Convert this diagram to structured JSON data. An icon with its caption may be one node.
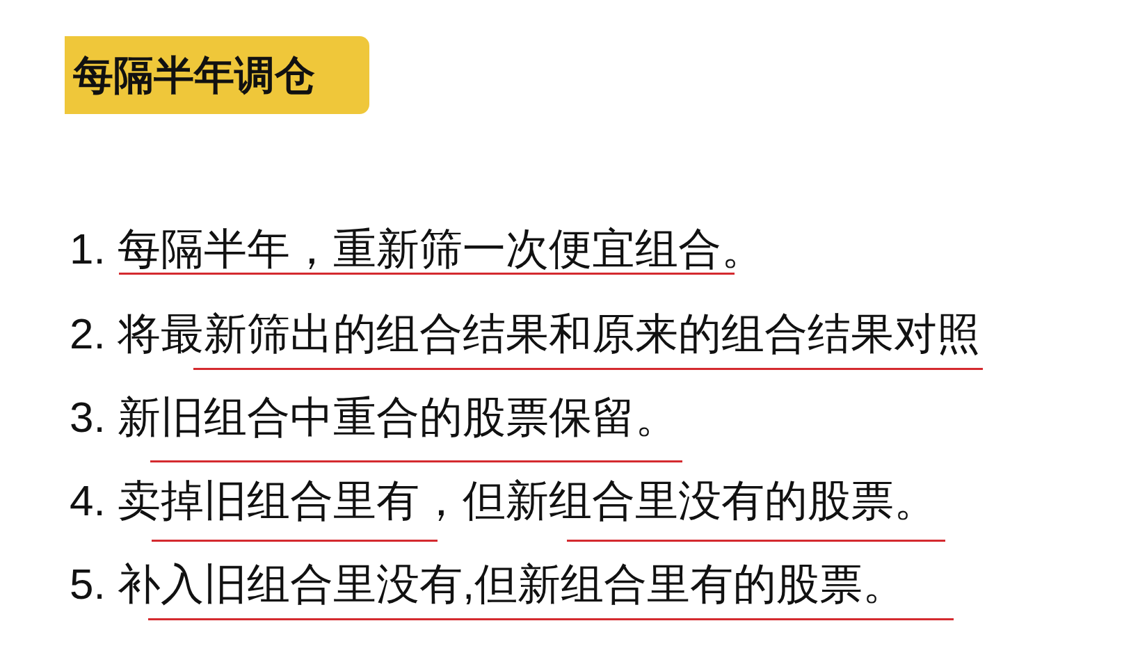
{
  "diagram": {
    "title": "每隔半年调仓",
    "labels": [
      "1. 每隔半年，重新筛一次便宜组合。",
      "2. 将最新筛出的组合结果和原来的组合结果对照",
      "3. 新旧组合中重合的股票保留。",
      "4. 卖掉旧组合里有，但新组合里没有的股票。",
      "5. 补入旧组合里没有,但新组合里有的股票。"
    ]
  }
}
